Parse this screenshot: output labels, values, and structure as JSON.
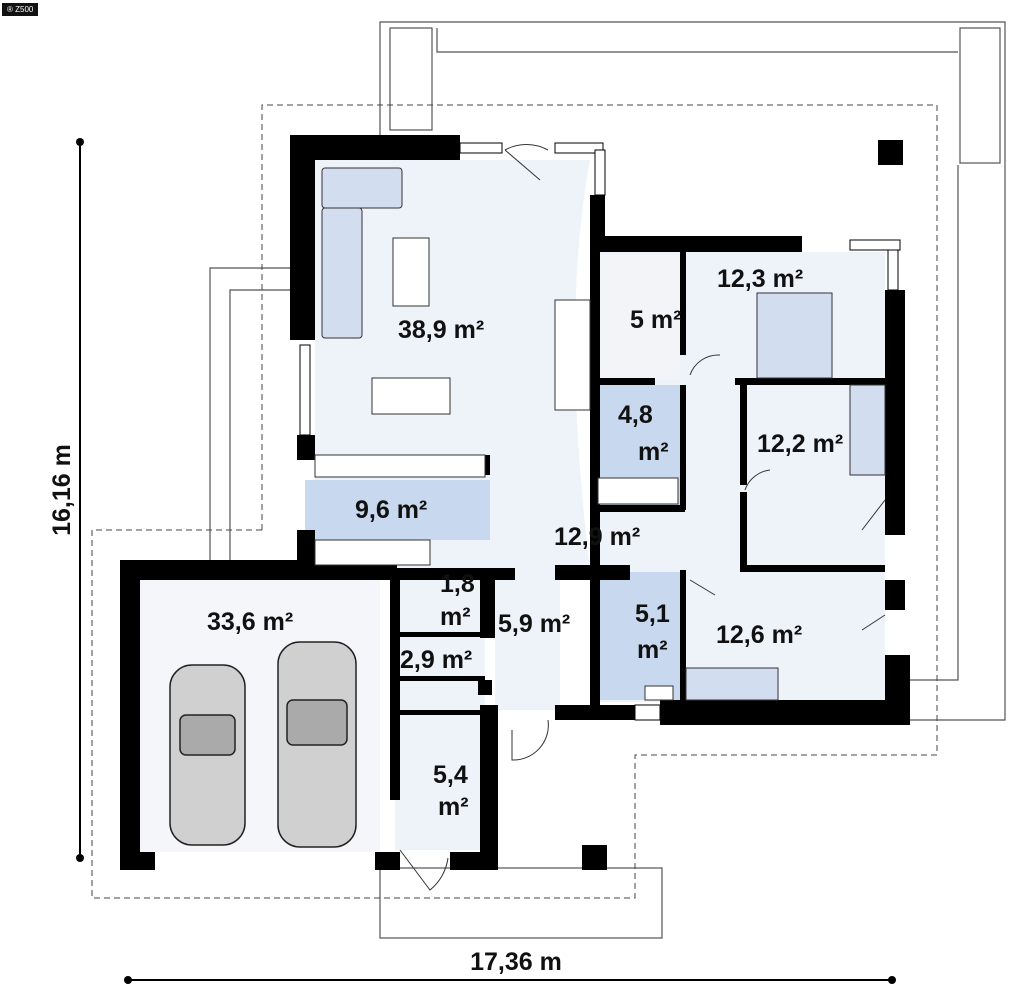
{
  "logo": "® Z500",
  "dimensions": {
    "width": "17,36 m",
    "height": "16,16 m"
  },
  "rooms": {
    "living": "38,9 m²",
    "bedroom1": "12,3 m²",
    "wardrobe": "5 m²",
    "bath1_a": "4,8",
    "bath1_b": "m²",
    "bedroom2": "12,2 m²",
    "kitchen": "9,6 m²",
    "hall": "12,9 m²",
    "wc_a": "1,8",
    "wc_b": "m²",
    "entrance": "5,9 m²",
    "bath2_a": "5,1",
    "bath2_b": "m²",
    "bedroom3": "12,6 m²",
    "garage": "33,6 m²",
    "storage": "2,9 m²",
    "boiler_a": "5,4",
    "boiler_b": "m²"
  },
  "colors": {
    "wall": "#000000",
    "floor": "#eef2f9",
    "wet": "#c8d8ee"
  }
}
